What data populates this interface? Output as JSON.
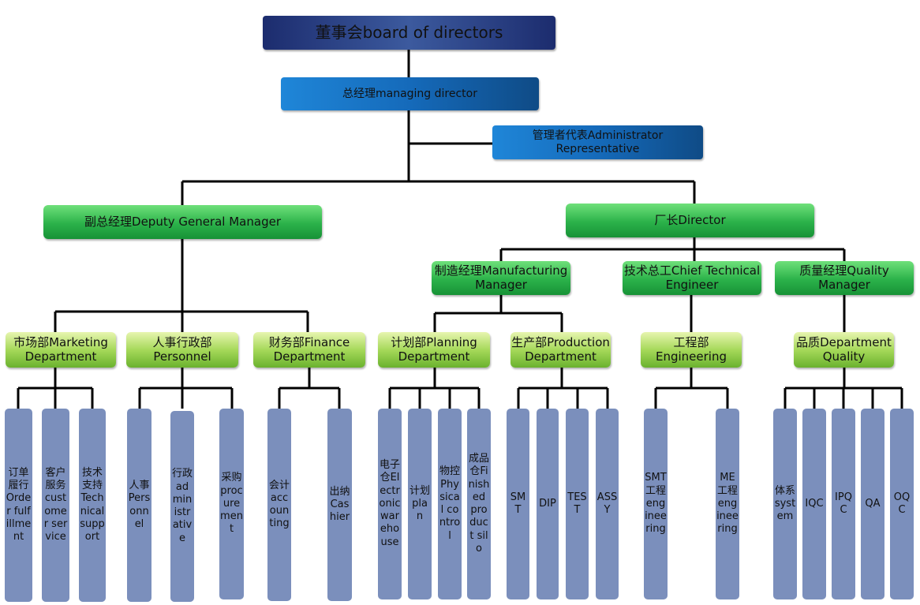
{
  "board": "董事会board of directors",
  "managing_director": "总经理managing director",
  "admin_rep": "管理者代表Administrator Representative",
  "deputy_gm": "副总经理Deputy General Manager",
  "director": "厂长Director",
  "manufacturing_manager": "制造经理Manufacturing Manager",
  "chief_engineer": "技术总工Chief Technical Engineer",
  "quality_manager": "质量经理Quality Manager",
  "departments": {
    "marketing": "市场部Marketing Department",
    "personnel": "人事行政部 Personnel",
    "finance": "财务部Finance Department",
    "planning": "计划部Planning Department",
    "production": "生产部Production Department",
    "engineering": "工程部 Engineering",
    "quality": "品质Department Quality"
  },
  "leaves": {
    "order_fulfillment": "订单履行Order fulfillment",
    "customer_service": "客户服务customer service",
    "technical_support": "技术支持Technical support",
    "personnel": "人事Personnel",
    "administrative": "行政administrative",
    "procurement": "采购procurement",
    "accounting": "会计accounting",
    "cashier": "出纳Cashier",
    "electronic_warehouse": "电子仓Electronic warehouse",
    "plan": "计划plan",
    "physical_control": "物控Physical control",
    "finished_product_silo": "成品仓Finished product silo",
    "smt": "SMT",
    "dip": "DIP",
    "test": "TEST",
    "assy": "ASSY",
    "smt_engineering": "SMT工程engineering",
    "me_engineering": "ME工程engineering",
    "system": "体系system",
    "iqc": "IQC",
    "ipqc": "IPQC",
    "qa": "QA",
    "oqc": "OQC"
  }
}
